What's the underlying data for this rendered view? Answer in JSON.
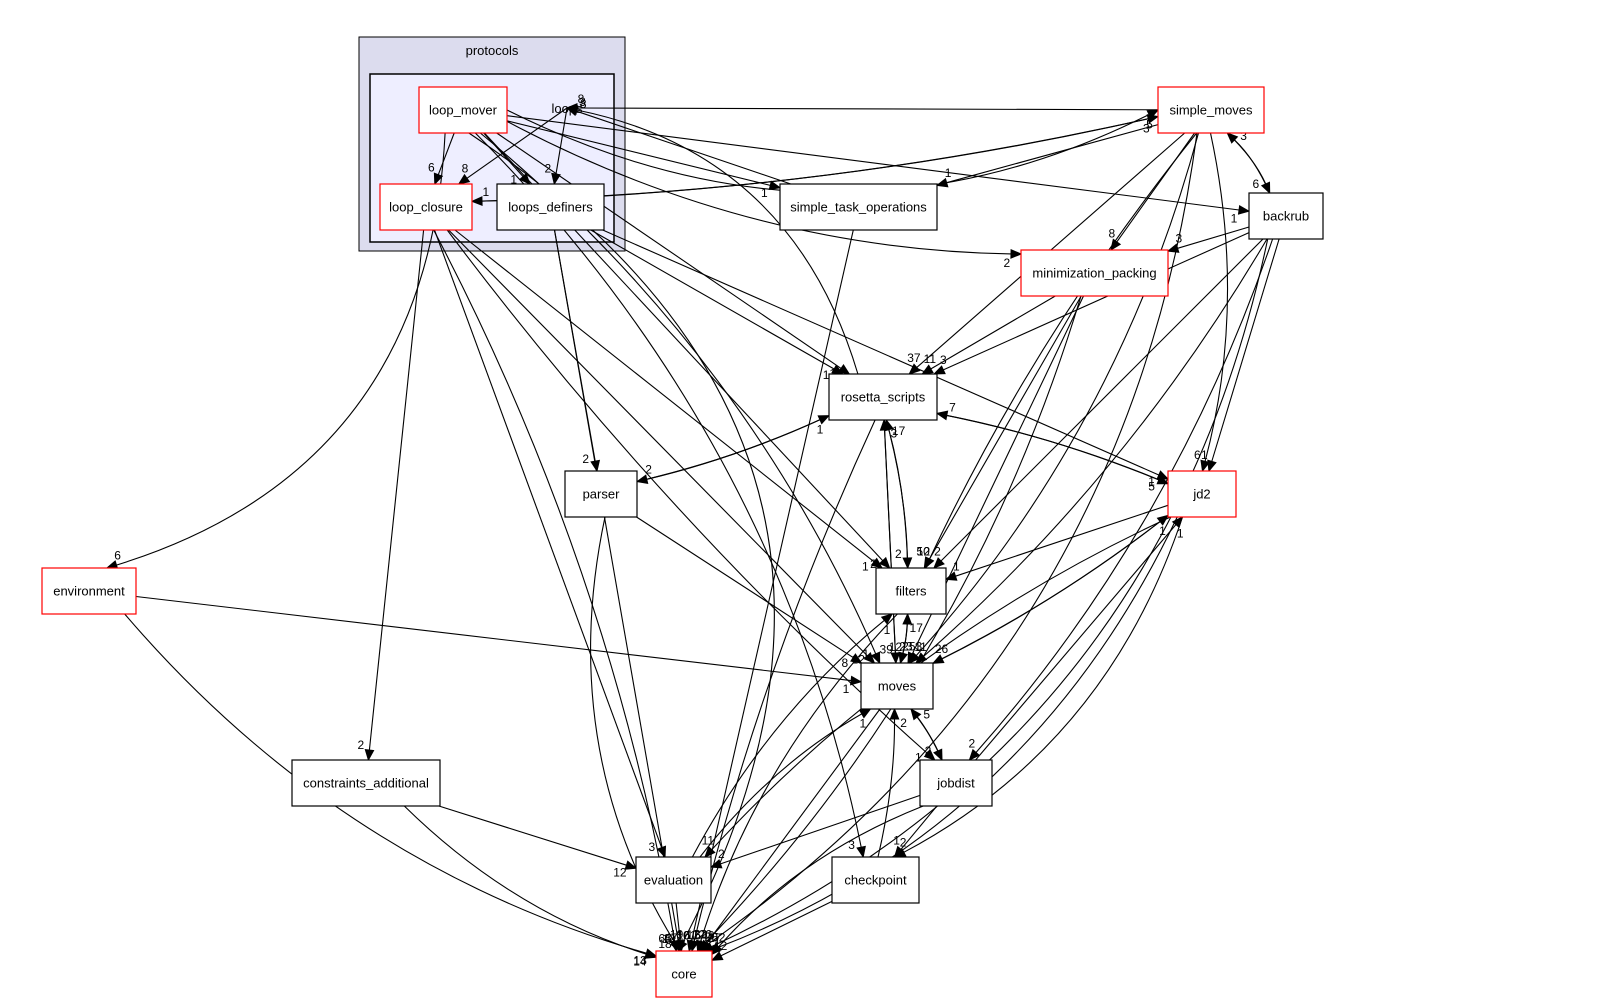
{
  "clusters": {
    "protocols": {
      "label": "protocols"
    },
    "loops": {
      "label": "loops"
    }
  },
  "nodes": {
    "loop_mover": {
      "label": "loop_mover",
      "border": "#ff0000"
    },
    "loop_closure": {
      "label": "loop_closure",
      "border": "#ff0000"
    },
    "loops_definers": {
      "label": "loops_definers",
      "border": "#000000"
    },
    "simple_moves": {
      "label": "simple_moves",
      "border": "#ff0000"
    },
    "simple_task_operations": {
      "label": "simple_task_operations",
      "border": "#000000"
    },
    "backrub": {
      "label": "backrub",
      "border": "#000000"
    },
    "minimization_packing": {
      "label": "minimization_packing",
      "border": "#ff0000"
    },
    "rosetta_scripts": {
      "label": "rosetta_scripts",
      "border": "#000000"
    },
    "jd2": {
      "label": "jd2",
      "border": "#ff0000"
    },
    "parser": {
      "label": "parser",
      "border": "#000000"
    },
    "filters": {
      "label": "filters",
      "border": "#000000"
    },
    "environment": {
      "label": "environment",
      "border": "#ff0000"
    },
    "moves": {
      "label": "moves",
      "border": "#000000"
    },
    "constraints_additional": {
      "label": "constraints_additional",
      "border": "#000000"
    },
    "jobdist": {
      "label": "jobdist",
      "border": "#000000"
    },
    "evaluation": {
      "label": "evaluation",
      "border": "#000000"
    },
    "checkpoint": {
      "label": "checkpoint",
      "border": "#000000"
    },
    "core": {
      "label": "core",
      "border": "#ff0000"
    }
  },
  "edges": [
    {
      "id": "loop_mover-loop_closure",
      "label": "6"
    },
    {
      "id": "loop_mover-loops_definers",
      "label": "1"
    },
    {
      "id": "loop_mover-simple_moves",
      "label": "5"
    },
    {
      "id": "loop_mover-simple_task_operations",
      "label": "1"
    },
    {
      "id": "loop_mover-backrub",
      "label": "1"
    },
    {
      "id": "loop_mover-minimization_packing",
      "label": "2"
    },
    {
      "id": "loop_mover-rosetta_scripts",
      "label": "1"
    },
    {
      "id": "loop_mover-filters",
      "label": "2"
    },
    {
      "id": "loop_mover-environment",
      "label": "6"
    },
    {
      "id": "loop_mover-moves",
      "label": "1"
    },
    {
      "id": "loop_mover-checkpoint",
      "label": "3"
    },
    {
      "id": "loop_mover-core",
      "label": "19"
    },
    {
      "id": "loops-loop_closure",
      "label": "8"
    },
    {
      "id": "loops-loops_definers",
      "label": "2"
    },
    {
      "id": "loop_closure-simple_moves",
      "label": "3"
    },
    {
      "id": "loop_closure-constraints_additional",
      "label": "2"
    },
    {
      "id": "loop_closure-filters",
      "label": "1"
    },
    {
      "id": "loop_closure-moves",
      "label": "12"
    },
    {
      "id": "loop_closure-evaluation",
      "label": "3"
    },
    {
      "id": "loop_closure-jobdist",
      "label": "1"
    },
    {
      "id": "loop_closure-core",
      "label": "65"
    },
    {
      "id": "loops_definers-rosetta_scripts",
      "label": "1"
    },
    {
      "id": "loops_definers-parser",
      "label": "2"
    },
    {
      "id": "loops_definers-jd2",
      "label": "1"
    },
    {
      "id": "loops_definers-core",
      "label": "12"
    },
    {
      "id": "simple_moves-loops",
      "label": "8"
    },
    {
      "id": "simple_moves-loop_closure",
      "label": "1"
    },
    {
      "id": "simple_moves-simple_task_operations",
      "label": "1"
    },
    {
      "id": "simple_moves-backrub",
      "label": "6"
    },
    {
      "id": "simple_moves-minimization_packing",
      "label": "8"
    },
    {
      "id": "simple_moves-rosetta_scripts",
      "label": "37"
    },
    {
      "id": "simple_moves-filters",
      "label": "50"
    },
    {
      "id": "simple_moves-jd2",
      "label": "6"
    },
    {
      "id": "simple_moves-moves",
      "label": "253"
    },
    {
      "id": "simple_moves-core",
      "label": "648"
    },
    {
      "id": "simple_task_operations-loops",
      "label": "8"
    },
    {
      "id": "simple_task_operations-core",
      "label": "16"
    },
    {
      "id": "backrub-simple_moves",
      "label": "3"
    },
    {
      "id": "backrub-minimization_packing",
      "label": "3"
    },
    {
      "id": "backrub-rosetta_scripts",
      "label": "3"
    },
    {
      "id": "backrub-filters",
      "label": "2"
    },
    {
      "id": "backrub-jd2",
      "label": "1"
    },
    {
      "id": "backrub-moves",
      "label": "11"
    },
    {
      "id": "backrub-jobdist",
      "label": "2"
    },
    {
      "id": "backrub-core",
      "label": "20"
    },
    {
      "id": "minimization_packing-rosetta_scripts",
      "label": "11"
    },
    {
      "id": "minimization_packing-filters",
      "label": "12"
    },
    {
      "id": "minimization_packing-moves",
      "label": "23"
    },
    {
      "id": "minimization_packing-core",
      "label": "32"
    },
    {
      "id": "rosetta_scripts-loops",
      "label": "3"
    },
    {
      "id": "rosetta_scripts-parser",
      "label": "2"
    },
    {
      "id": "rosetta_scripts-jd2",
      "label": "5"
    },
    {
      "id": "rosetta_scripts-filters",
      "label": "2"
    },
    {
      "id": "rosetta_scripts-moves",
      "label": "39"
    },
    {
      "id": "rosetta_scripts-core",
      "label": "101"
    },
    {
      "id": "jd2-rosetta_scripts",
      "label": "7"
    },
    {
      "id": "jd2-filters",
      "label": "1"
    },
    {
      "id": "jd2-moves",
      "label": "26"
    },
    {
      "id": "jd2-evaluation",
      "label": "11"
    },
    {
      "id": "jd2-checkpoint",
      "label": "2"
    },
    {
      "id": "jd2-core",
      "label": "52"
    },
    {
      "id": "parser-rosetta_scripts",
      "label": "1"
    },
    {
      "id": "parser-moves",
      "label": "8"
    },
    {
      "id": "parser-core",
      "label": "18"
    },
    {
      "id": "filters-rosetta_scripts",
      "label": "17"
    },
    {
      "id": "filters-moves",
      "label": "12"
    },
    {
      "id": "filters-core",
      "label": "17"
    },
    {
      "id": "environment-moves",
      "label": "1"
    },
    {
      "id": "environment-core",
      "label": "13"
    },
    {
      "id": "moves-rosetta_scripts",
      "label": "3"
    },
    {
      "id": "moves-filters",
      "label": "17"
    },
    {
      "id": "moves-jd2",
      "label": "1"
    },
    {
      "id": "moves-jobdist",
      "label": "2"
    },
    {
      "id": "moves-core",
      "label": "120"
    },
    {
      "id": "constraints_additional-evaluation",
      "label": "12"
    },
    {
      "id": "constraints_additional-core",
      "label": "14"
    },
    {
      "id": "jobdist-moves",
      "label": "5"
    },
    {
      "id": "jobdist-jd2",
      "label": "1"
    },
    {
      "id": "jobdist-evaluation",
      "label": "2"
    },
    {
      "id": "jobdist-checkpoint",
      "label": "1"
    },
    {
      "id": "jobdist-core",
      "label": "27"
    },
    {
      "id": "evaluation-filters",
      "label": "1"
    },
    {
      "id": "evaluation-moves",
      "label": "1"
    },
    {
      "id": "evaluation-core",
      "label": "47"
    },
    {
      "id": "checkpoint-moves",
      "label": "2"
    },
    {
      "id": "checkpoint-core",
      "label": "12"
    }
  ]
}
